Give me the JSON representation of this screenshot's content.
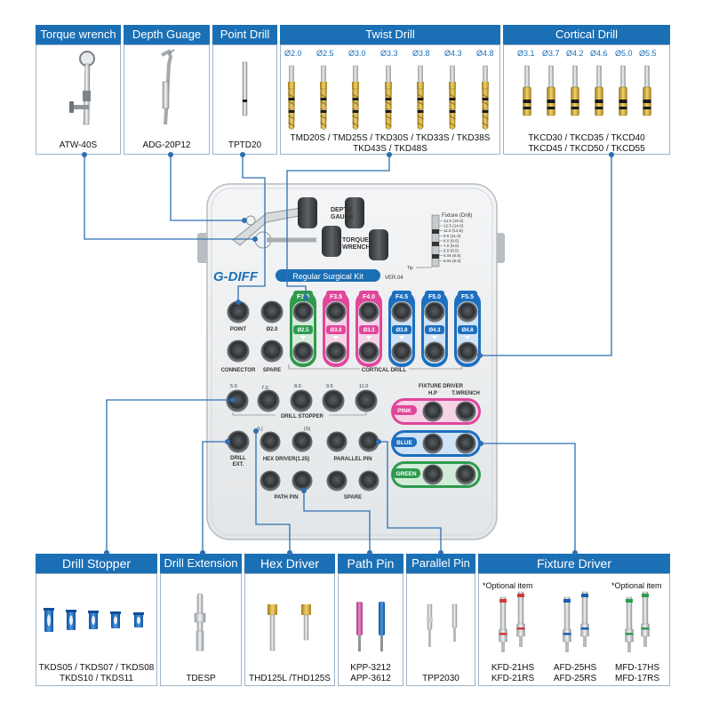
{
  "top_sections": {
    "torque_wrench": {
      "title": "Torque wrench",
      "code": "ATW-40S"
    },
    "depth_gauge": {
      "title": "Depth Guage",
      "code": "ADG-20P12"
    },
    "point_drill": {
      "title": "Point Drill",
      "code": "TPTD20"
    },
    "twist_drill": {
      "title": "Twist Drill",
      "diameters": [
        "Ø2.0",
        "Ø2.5",
        "Ø3.0",
        "Ø3.3",
        "Ø3.8",
        "Ø4.3",
        "Ø4.8"
      ],
      "code_line1": "TMD20S / TMD25S / TKD30S / TKD33S / TKD38S",
      "code_line2": "TKD43S / TKD48S"
    },
    "cortical_drill": {
      "title": "Cortical Drill",
      "diameters": [
        "Ø3.1",
        "Ø3.7",
        "Ø4.2",
        "Ø4.6",
        "Ø5.0",
        "Ø5.5"
      ],
      "code_line1": "TKCD30 / TKCD35 / TKCD40",
      "code_line2": "TKCD45 / TKCD50 / TKCD55"
    }
  },
  "kit": {
    "brand": "G-DIFF",
    "name": "Regular Surgical Kit",
    "version": "VER.04",
    "depth_gauge_label_1": "DEPTH",
    "depth_gauge_label_2": "GAUGE",
    "torque_wrench_label_1": "TORQUE",
    "torque_wrench_label_2": "WRENCH",
    "chart_title": "Fixture (Drill)",
    "chart_rows": [
      "14.5 (16.0)",
      "12.5 (14.0)",
      "11.0 (12.5)",
      "9.5 (11.0)",
      "8.0 (9.5)",
      "7.0 (8.0)",
      "5.0 (6.5)",
      "5.0s (6.5)",
      "5.0s (6.0)"
    ],
    "tip_label": "Tip",
    "point_label": "POINT",
    "d20_label": "Ø2.0",
    "connector_label": "CONNECTOR",
    "spare_label": "SPARE",
    "cortical_label": "CORTICAL DRILL",
    "f_labels": [
      "F3.0",
      "F3.5",
      "F4.0",
      "F4.5",
      "F5.0",
      "F5.5"
    ],
    "twist_labels": [
      "Ø2.5",
      "Ø3.0",
      "Ø3.3",
      "Ø3.8",
      "Ø4.3",
      "Ø4.8"
    ],
    "stopper_values": [
      "5.0",
      "7.0",
      "8.0",
      "9.5",
      "11.0"
    ],
    "drill_stopper_label": "DRILL STOPPER",
    "fixture_driver_label": "FIXTURE DRIVER",
    "hp_label": "H.P",
    "twrench_label": "T.WRENCH",
    "pink_label": "PINK",
    "blue_label": "BLUE",
    "green_label": "GREEN",
    "drill_ext_label_1": "DRILL",
    "drill_ext_label_2": "EXT.",
    "hex_l_label": "(L)",
    "hex_s_label": "(S)",
    "hex_driver_label": "HEX DRIVER(1.25)",
    "parallel_pin_label": "PARALLEL PIN",
    "path_pin_label": "PATH PIN",
    "spare2_label": "SPARE"
  },
  "bottom_sections": {
    "drill_stopper": {
      "title": "Drill Stopper",
      "code_line1": "TKDS05 / TKDS07 / TKDS08",
      "code_line2": "TKDS10 / TKDS11"
    },
    "drill_extension": {
      "title": "Drill Extension",
      "code": "TDESP"
    },
    "hex_driver": {
      "title": "Hex Driver",
      "code": "THD125L /THD125S"
    },
    "path_pin": {
      "title": "Path Pin",
      "code_line1": "KPP-3212",
      "code_line2": "APP-3612"
    },
    "parallel_pin": {
      "title": "Parallel Pin",
      "code": "TPP2030"
    },
    "fixture_driver": {
      "title": "Fixture Driver",
      "optional_left": "*Optional item",
      "optional_right": "*Optional item",
      "codes": [
        {
          "line1": "KFD-21HS",
          "line2": "KFD-21RS"
        },
        {
          "line1": "AFD-25HS",
          "line2": "AFD-25RS"
        },
        {
          "line1": "MFD-17HS",
          "line2": "MFD-17RS"
        }
      ]
    }
  },
  "colors": {
    "header_blue": "#1b6fb5",
    "pink": "#e0469a",
    "blue": "#1d6fbf",
    "green": "#2f9a4e",
    "connector_line": "#2d6fb3",
    "gold": "#c9a227"
  }
}
